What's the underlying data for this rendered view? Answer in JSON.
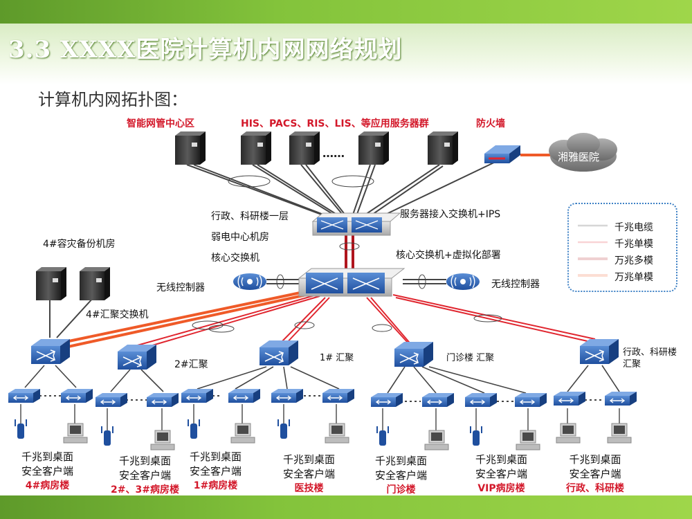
{
  "header": {
    "title": "3.3 XXXX医院计算机内网网络规划",
    "subtitle": "计算机内网拓扑图："
  },
  "zones": {
    "nms": "智能网管中心区",
    "servers": "HIS、PACS、RIS、LIS、等应用服务器群",
    "firewall": "防火墙",
    "dots": "……"
  },
  "external": {
    "cloud": "湘雅医院"
  },
  "core": {
    "server_switch": "服务器接入交换机+IPS",
    "location_1": "行政、科研楼一层",
    "location_2": "弱电中心机房",
    "location_3": "核心交换机",
    "core_switch": "核心交换机+虚拟化部署",
    "wlc_left": "无线控制器",
    "wlc_right": "无线控制器"
  },
  "backup": {
    "room": "4#容灾备份机房",
    "agg": "4#汇聚交换机"
  },
  "aggregation": {
    "agg2": "2#汇聚",
    "agg1": "1# 汇聚",
    "outpatient": "门诊楼  汇聚",
    "admin_1": "行政、科研楼",
    "admin_2": "汇聚"
  },
  "clients": [
    {
      "line1": "千兆到桌面",
      "line2": "安全客户端",
      "building": "4#病房楼"
    },
    {
      "line1": "千兆到桌面",
      "line2": "安全客户端",
      "building": "2#、3#病房楼"
    },
    {
      "line1": "千兆到桌面",
      "line2": "安全客户端",
      "building": "1#病房楼"
    },
    {
      "line1": "千兆到桌面",
      "line2": "安全客户端",
      "building": "医技楼"
    },
    {
      "line1": "千兆到桌面",
      "line2": "安全客户端",
      "building": "门诊楼"
    },
    {
      "line1": "千兆到桌面",
      "line2": "安全客户端",
      "building": "VIP病房楼"
    },
    {
      "line1": "千兆到桌面",
      "line2": "安全客户端",
      "building": "行政、科研楼"
    }
  ],
  "legend": [
    {
      "label": "千兆电缆",
      "color": "#333333"
    },
    {
      "label": "千兆单模",
      "color": "#e0262f"
    },
    {
      "label": "万兆多模",
      "color": "#b0151d"
    },
    {
      "label": "万兆单模",
      "color": "#ef5a28"
    }
  ],
  "colors": {
    "band": "#83c33b",
    "accent_red": "#d3182a",
    "device_blue": "#2f5fb0"
  }
}
